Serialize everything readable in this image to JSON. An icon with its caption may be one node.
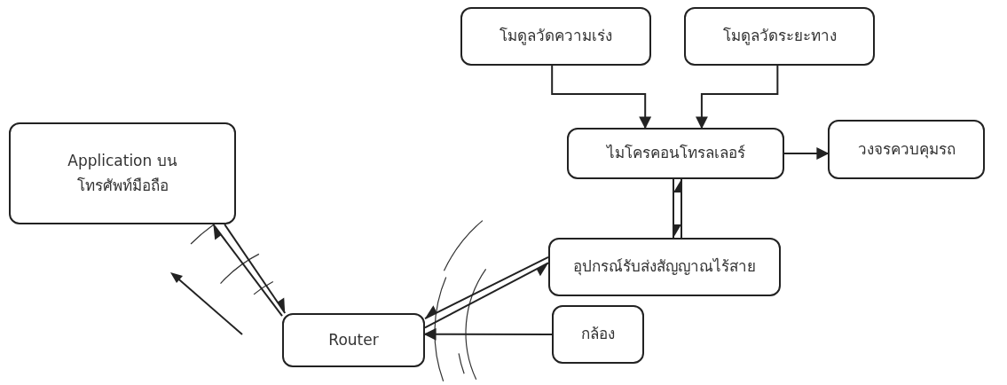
{
  "diagram": {
    "nodes": [
      {
        "text": [
          "โมดูลวัดความเร่ง"
        ]
      },
      {
        "text": [
          "โมดูลวัดระยะทาง"
        ]
      },
      {
        "text": [
          "ไมโครคอนโทรลเลอร์"
        ]
      },
      {
        "text": [
          "วงจรควบคุมรถ"
        ]
      },
      {
        "text": [
          "อุปกรณ์รับส่งสัญญาณไร้สาย"
        ]
      },
      {
        "text": [
          "กล้อง"
        ]
      },
      {
        "text": [
          "Router"
        ]
      },
      {
        "text": [
          "Application บน โทรศัพท์มือถือ"
        ]
      }
    ],
    "edges": [
      {
        "from": 0,
        "to": 2,
        "arrow": "to"
      },
      {
        "from": 1,
        "to": 2,
        "arrow": "to"
      },
      {
        "from": 2,
        "to": 3,
        "arrow": "to"
      },
      {
        "from": 2,
        "to": 4,
        "arrow": "to"
      },
      {
        "from": 4,
        "to": 2,
        "arrow": "to"
      },
      {
        "from": 4,
        "to": 6,
        "arrow": "to"
      },
      {
        "from": 6,
        "to": 4,
        "arrow": "to"
      },
      {
        "from": 5,
        "to": 6,
        "arrow": "to"
      },
      {
        "from": 6,
        "to": 7,
        "arrow": "to"
      },
      {
        "from": 7,
        "to": 6,
        "arrow": "to"
      }
    ]
  }
}
